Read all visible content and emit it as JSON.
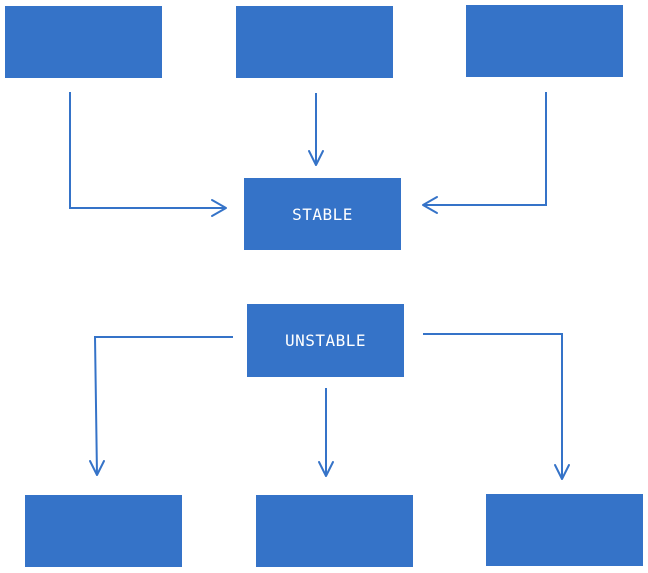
{
  "nodes": {
    "top_left": {
      "label": ""
    },
    "top_center": {
      "label": ""
    },
    "top_right": {
      "label": ""
    },
    "stable": {
      "label": "STABLE"
    },
    "unstable": {
      "label": "UNSTABLE"
    },
    "bottom_left": {
      "label": ""
    },
    "bottom_center": {
      "label": ""
    },
    "bottom_right": {
      "label": ""
    }
  },
  "edges": [
    {
      "from": "top_left",
      "to": "stable"
    },
    {
      "from": "top_center",
      "to": "stable"
    },
    {
      "from": "top_right",
      "to": "stable"
    },
    {
      "from": "unstable",
      "to": "bottom_left"
    },
    {
      "from": "unstable",
      "to": "bottom_center"
    },
    {
      "from": "unstable",
      "to": "bottom_right"
    }
  ],
  "colors": {
    "box_fill": "#3573c8",
    "arrow_stroke": "#3573c8",
    "label_text": "#ffffff",
    "background": "#ffffff"
  }
}
